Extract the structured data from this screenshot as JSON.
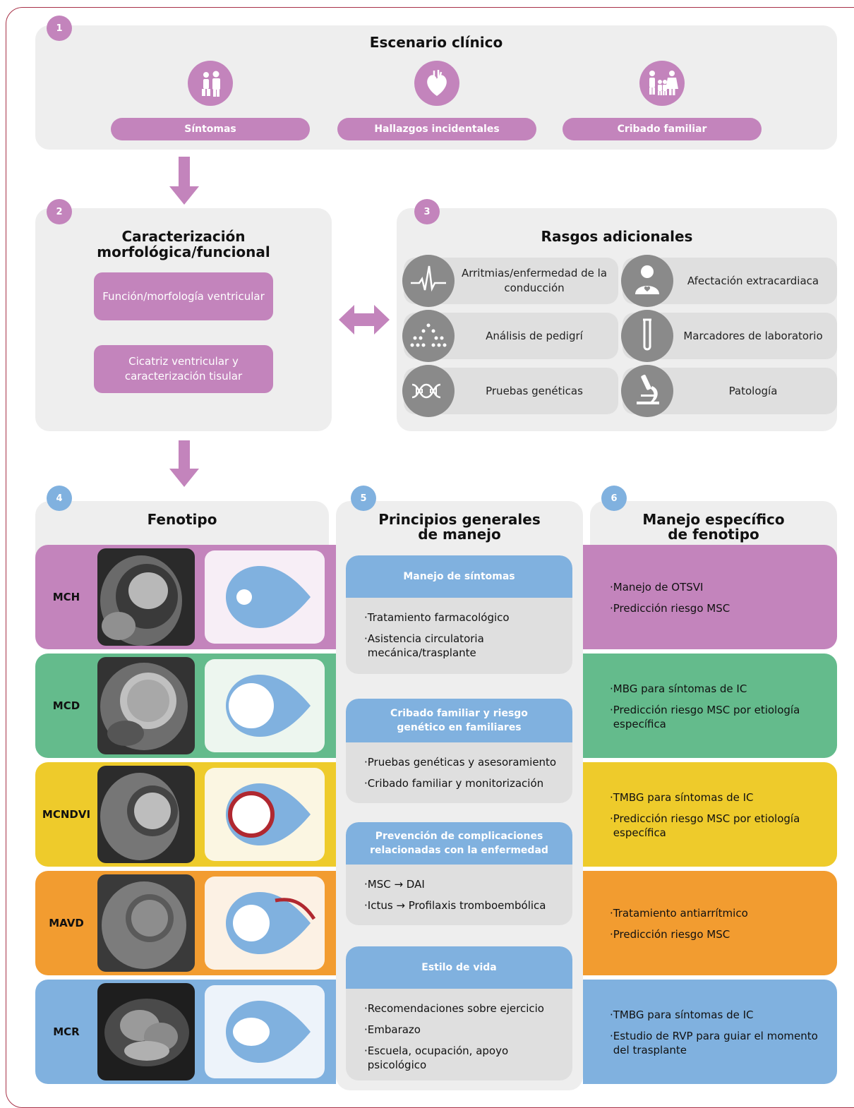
{
  "colors": {
    "pink": "#c384bc",
    "blue": "#80b1df",
    "green": "#64bb8c",
    "yellow": "#eecb2b",
    "orange": "#f29c30",
    "grey": "#eeeeee",
    "dark_red": "#b02830"
  },
  "section1": {
    "number": "1",
    "title": "Escenario clínico",
    "pills": [
      "Síntomas",
      "Hallazgos incidentales",
      "Cribado familiar"
    ],
    "icons": [
      "doctor-patient-icon",
      "heart-icon",
      "family-icon"
    ]
  },
  "section2": {
    "number": "2",
    "title_line1": "Caracterización",
    "title_line2": "morfológica/funcional",
    "box1": "Función/morfología ventricular",
    "box2_line1": "Cicatriz ventricular y",
    "box2_line2": "caracterización tisular"
  },
  "section3": {
    "number": "3",
    "title": "Rasgos adicionales",
    "features": [
      {
        "label_line1": "Arritmias/enfermedad de la",
        "label_line2": "conducción",
        "icon": "ecg-icon"
      },
      {
        "label_line1": "Afectación extracardiaca",
        "label_line2": "",
        "icon": "person-heart-icon"
      },
      {
        "label_line1": "Análisis de pedigrí",
        "label_line2": "",
        "icon": "pedigree-icon"
      },
      {
        "label_line1": "Marcadores de laboratorio",
        "label_line2": "",
        "icon": "test-tube-icon"
      },
      {
        "label_line1": "Pruebas genéticas",
        "label_line2": "",
        "icon": "dna-icon"
      },
      {
        "label_line1": "Patología",
        "label_line2": "",
        "icon": "microscope-icon"
      }
    ]
  },
  "section4": {
    "number": "4",
    "title": "Fenotipo",
    "rows": [
      "MCH",
      "MCD",
      "MCNDVI",
      "MAVD",
      "MCR"
    ]
  },
  "section5": {
    "number": "5",
    "title_line1": "Principios generales",
    "title_line2": "de manejo",
    "boxes": [
      {
        "head1": "Manejo de síntomas",
        "head2": "",
        "items": [
          "·Tratamiento farmacológico",
          "·Asistencia circulatoria",
          "mecánica/trasplante"
        ]
      },
      {
        "head1": "Cribado familiar y riesgo",
        "head2": "genético en familiares",
        "items": [
          "·Pruebas genéticas y asesoramiento",
          "·Cribado familiar y monitorización"
        ]
      },
      {
        "head1": "Prevención de complicaciones",
        "head2": "relacionadas con la enfermedad",
        "items": [
          "·MSC → DAI",
          "·Ictus → Profilaxis  tromboembólica"
        ]
      },
      {
        "head1": "Estilo de vida",
        "head2": "",
        "items": [
          "·Recomendaciones sobre ejercicio",
          "·Embarazo",
          "·Escuela, ocupación, apoyo",
          "psicológico"
        ]
      }
    ]
  },
  "section6": {
    "number": "6",
    "title_line1": "Manejo específico",
    "title_line2": "de fenotipo",
    "rows": [
      {
        "items": [
          "·Manejo de OTSVI",
          "·Predicción riesgo MSC"
        ],
        "extra": ""
      },
      {
        "items": [
          "·MBG para síntomas de IC",
          "·Predicción riesgo MSC por etiología"
        ],
        "extra": "específica"
      },
      {
        "items": [
          "·TMBG para síntomas de IC",
          "·Predicción riesgo MSC por etiología"
        ],
        "extra": "específica"
      },
      {
        "items": [
          "·Tratamiento antiarrítmico",
          "·Predicción riesgo MSC"
        ],
        "extra": ""
      },
      {
        "items": [
          "·TMBG para síntomas de IC",
          "·Estudio de RVP para guiar el momento"
        ],
        "extra": "del trasplante"
      }
    ]
  }
}
